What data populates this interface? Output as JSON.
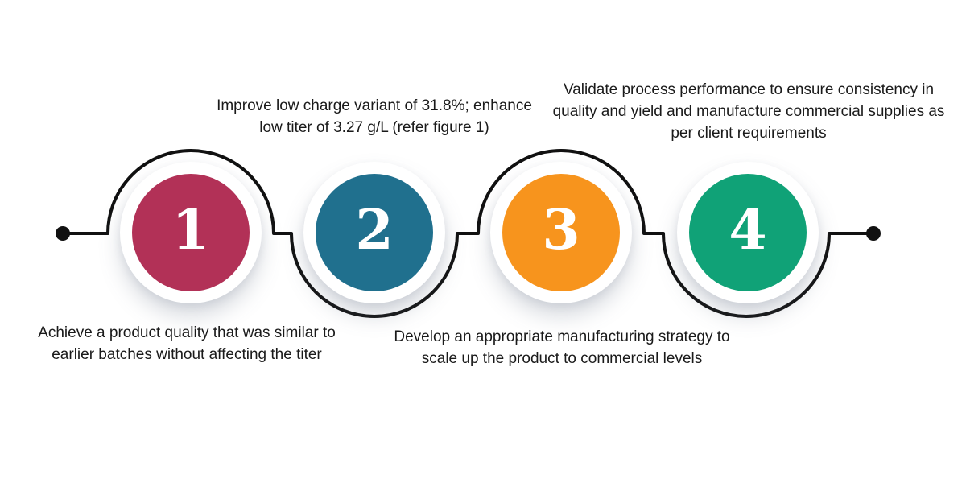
{
  "palette": {
    "background": "#ffffff",
    "wire": "#111111",
    "text": "#1a1a1a",
    "number_text": "#ffffff"
  },
  "steps": [
    {
      "number": "1",
      "color": "#b23157",
      "caption": "Achieve a product quality that was similar to earlier batches without affecting the titer",
      "caption_position": "below"
    },
    {
      "number": "2",
      "color": "#20708e",
      "caption": "Improve low charge variant of 31.8%; enhance low titer of 3.27 g/L (refer figure 1)",
      "caption_position": "above"
    },
    {
      "number": "3",
      "color": "#f7941d",
      "caption": "Develop an appropriate manufacturing strategy to scale up the product to commercial levels",
      "caption_position": "below"
    },
    {
      "number": "4",
      "color": "#10a277",
      "caption": "Validate process performance to ensure consistency in quality and yield and manufacture commercial supplies as per client requirements",
      "caption_position": "above"
    }
  ]
}
